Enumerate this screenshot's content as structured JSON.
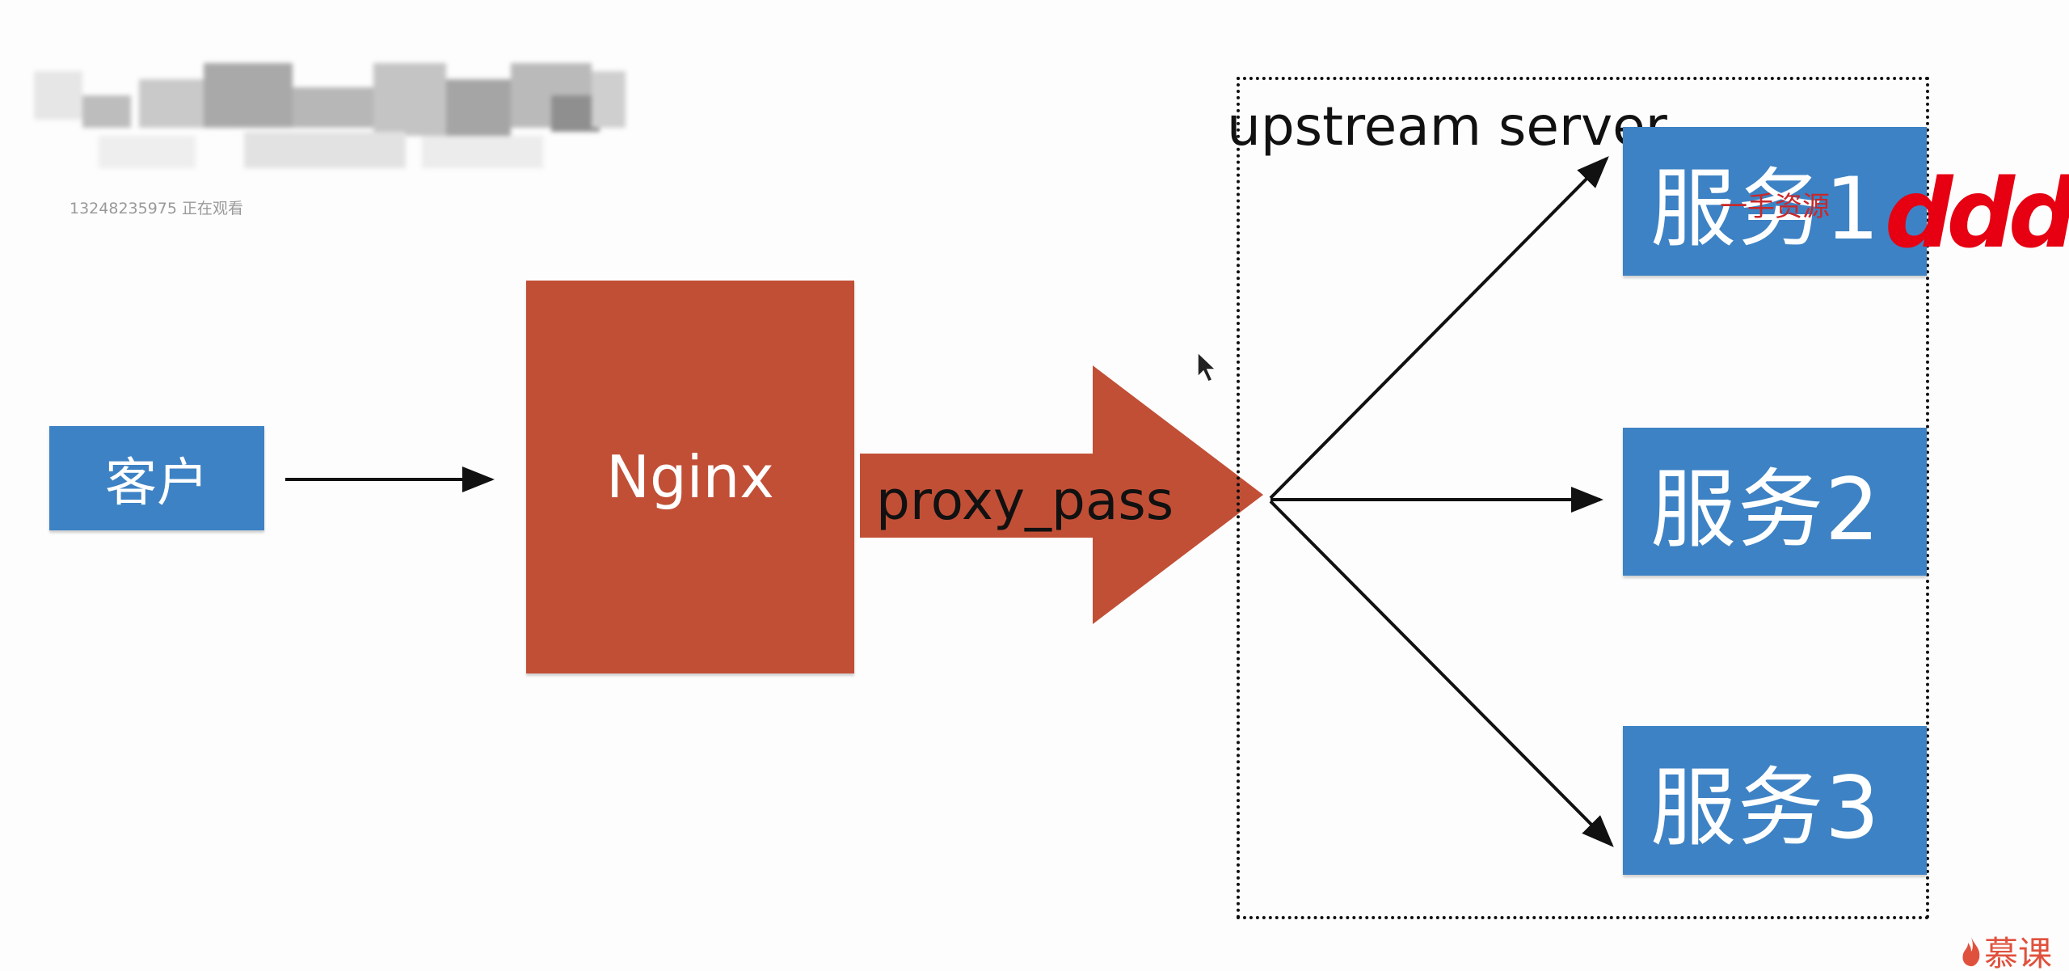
{
  "viewer_note": "13248235975 正在观看",
  "nodes": {
    "client": "客户",
    "nginx": "Nginx",
    "services": [
      "服务1",
      "服务2",
      "服务3"
    ]
  },
  "edges": {
    "proxy_label": "proxy_pass"
  },
  "group": {
    "label": "upstream server"
  },
  "overlays": {
    "watermark_text": "一手资源",
    "watermark_red": "dddd",
    "corner_logo": "慕课"
  },
  "colors": {
    "node_blue": "#3d82c4",
    "nginx_red": "#c14f36",
    "watermark_red": "#e60012",
    "text_dark": "#111111"
  }
}
